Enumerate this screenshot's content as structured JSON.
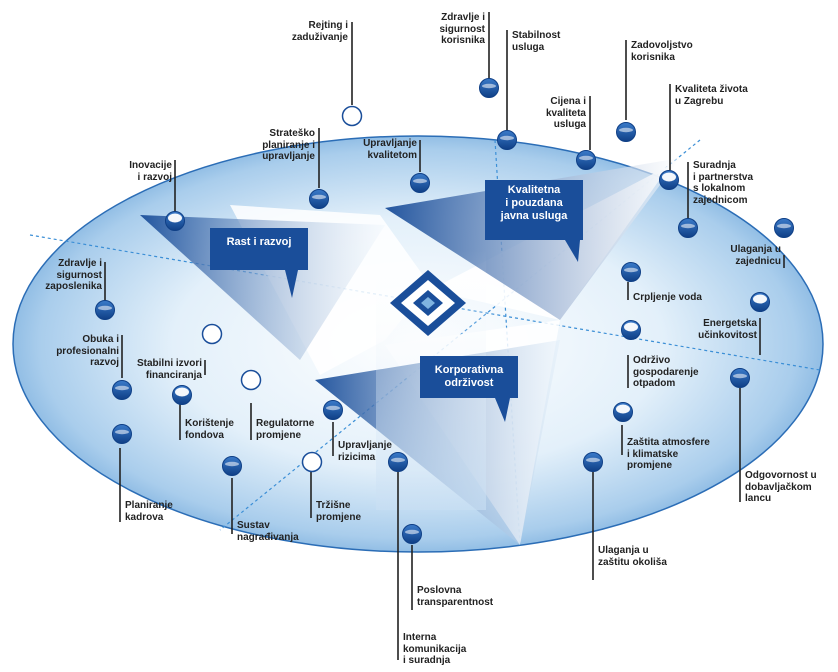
{
  "pillars": {
    "rast": "Rast i razvoj",
    "kvalitetna": "Kvalitetna\ni pouzdana\njavna usluga",
    "korporativna": "Korporativna\nodrživost"
  },
  "labels": {
    "rejting": "Rejting i\nzaduživanje",
    "zdravlje_korisnika": "Zdravlje i\nsigurnost\nkorisnika",
    "stabilnost_usluga": "Stabilnost\nusluga",
    "zadovoljstvo": "Zadovoljstvo\nkorisnika",
    "kvaliteta_zivota": "Kvaliteta života\nu Zagrebu",
    "cijena": "Cijena i\nkvaliteta\nusluga",
    "stratesko": "Strateško\nplaniranje i\nupravljanje",
    "upravljanje_kvalitetom": "Upravljanje\nkvalitetom",
    "inovacije": "Inovacije\ni razvoj",
    "suradnja": "Suradnja\ni partnerstva\ns lokalnom\nzajednicom",
    "zdravlje_zaposlenika": "Zdravlje i\nsigurnost\nzaposlenika",
    "ulaganja_zajednica": "Ulaganja u\nzajednicu",
    "crpljenje": "Crpljenje voda",
    "obuka": "Obuka i\nprofesionalni\nrazvoj",
    "stabilni_izvori": "Stabilni izvori\nfinanciranja",
    "energetska": "Energetska\nučinkovitost",
    "odrzivo": "Održivo\ngospodarenje\notpadom",
    "koristenje_fondova": "Korištenje\nfondova",
    "regulatorne": "Regulatorne\npromjene",
    "upravljanje_rizicima": "Upravljanje\nrizicima",
    "zastita_atmosfere": "Zaštita atmosfere\ni klimatske\npromjene",
    "odgovornost": "Odgovornost u\ndobavljačkom\nlancu",
    "planiranje_kadrova": "Planiranje\nkadrova",
    "trzisne": "Tržišne\npromjene",
    "sustav_nagradivanja": "Sustav\nnagrađivanja",
    "ulaganja_okolis": "Ulaganja u\nzaštitu okoliša",
    "poslovna": "Poslovna\ntransparentnost",
    "interna": "Interna\nkomunikacija\ni suradnja"
  },
  "colors": {
    "dark_blue": "#1a4e9a",
    "light_blue": "#cfe4f5",
    "mid_blue": "#7fb3e0"
  }
}
